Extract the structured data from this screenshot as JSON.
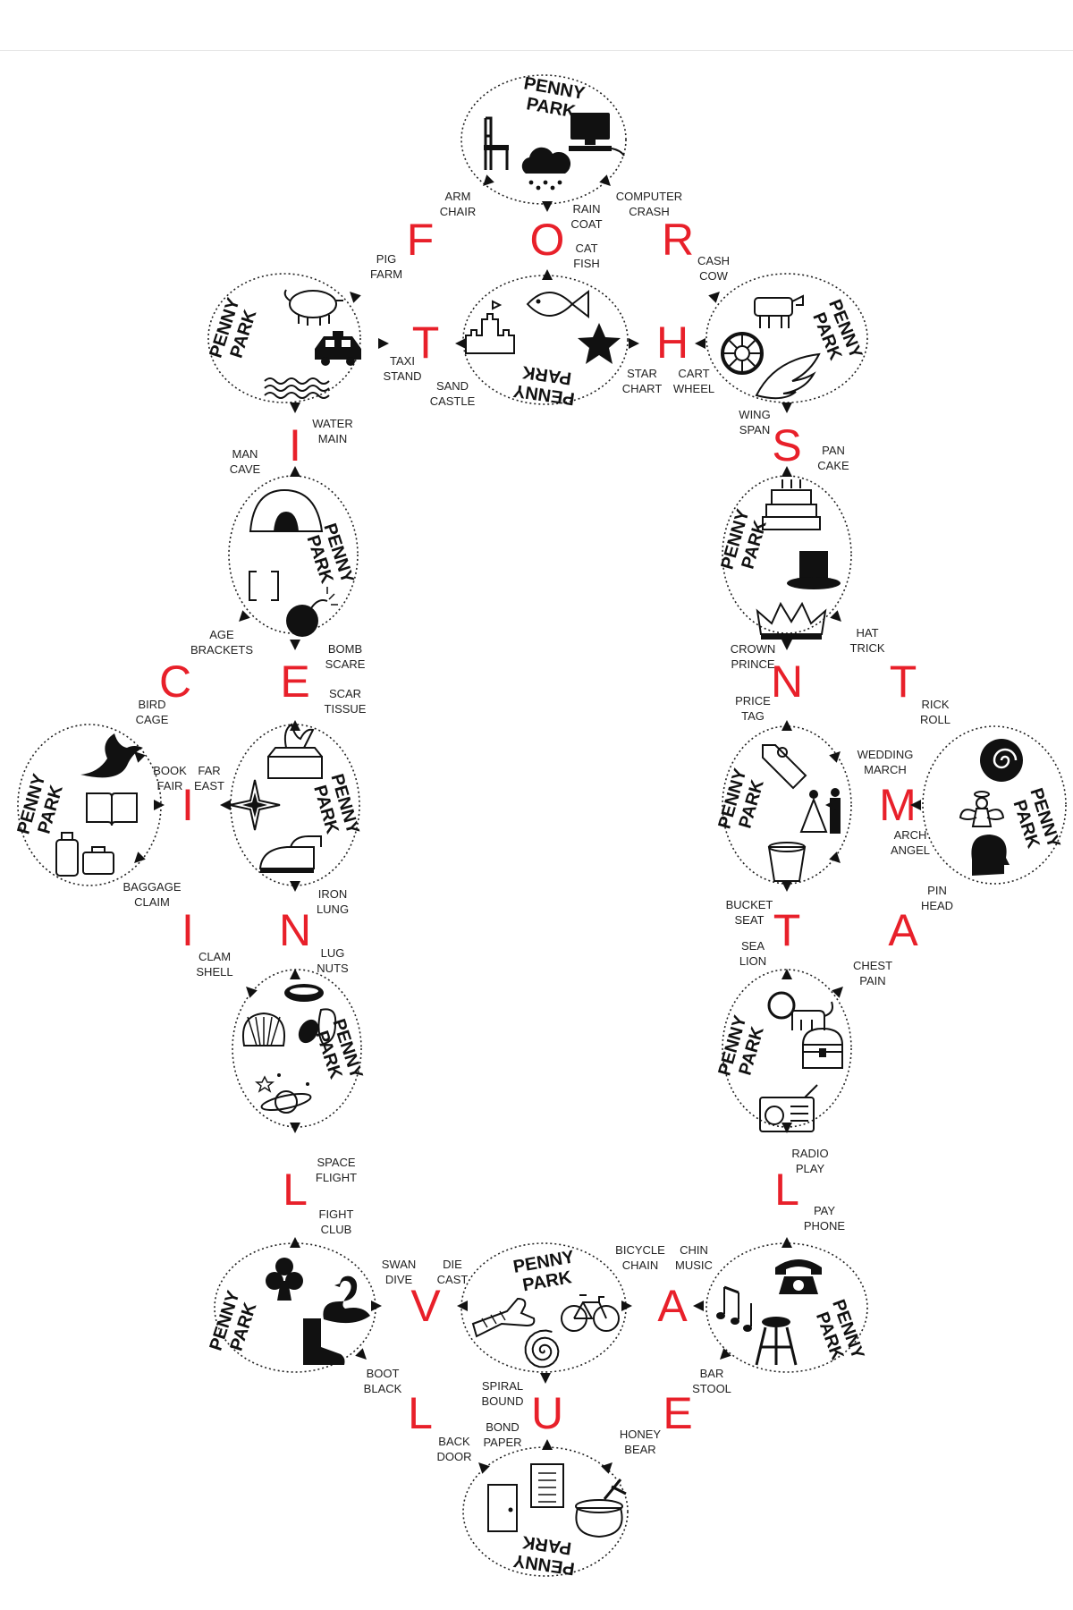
{
  "puzzle": {
    "brand": "PENNY PARK",
    "brand_lines": [
      "PENNY",
      "PARK"
    ],
    "letter_color": "#e8202a",
    "coins": [
      {
        "id": "top",
        "icons": [
          "chair-icon",
          "computer-icon",
          "rain-cloud-icon"
        ]
      },
      {
        "id": "upper-left",
        "icons": [
          "pig-icon",
          "taxi-icon",
          "water-waves-icon"
        ]
      },
      {
        "id": "upper-center",
        "icons": [
          "fish-icon",
          "sand-castle-icon",
          "star-icon"
        ]
      },
      {
        "id": "upper-right",
        "icons": [
          "cow-icon",
          "wheel-icon",
          "wing-icon"
        ]
      },
      {
        "id": "left-mid",
        "icons": [
          "cave-icon",
          "brackets-icon",
          "bomb-icon"
        ]
      },
      {
        "id": "right-mid",
        "icons": [
          "cake-icon",
          "top-hat-icon",
          "crown-icon"
        ]
      },
      {
        "id": "far-left",
        "icons": [
          "bird-icon",
          "book-icon",
          "luggage-icon"
        ]
      },
      {
        "id": "left-center",
        "icons": [
          "tissue-box-icon",
          "compass-rose-icon",
          "iron-icon"
        ]
      },
      {
        "id": "right-center",
        "icons": [
          "price-tag-icon",
          "wedding-couple-icon",
          "bucket-icon"
        ]
      },
      {
        "id": "far-right",
        "icons": [
          "cinnamon-roll-icon",
          "angel-icon",
          "head-icon"
        ]
      },
      {
        "id": "left-lower",
        "icons": [
          "shell-pair-icon",
          "scallop-shell-icon",
          "nuts-icon",
          "saturn-stars-icon"
        ]
      },
      {
        "id": "right-lower",
        "icons": [
          "lion-icon",
          "chest-icon",
          "radio-icon"
        ]
      },
      {
        "id": "bottom-left",
        "icons": [
          "club-icon",
          "swan-icon",
          "boot-icon"
        ]
      },
      {
        "id": "bottom-center",
        "icons": [
          "arm-cast-icon",
          "bicycle-icon",
          "spiral-icon"
        ]
      },
      {
        "id": "bottom-right",
        "icons": [
          "telephone-icon",
          "music-notes-icon",
          "bar-stool-icon"
        ]
      },
      {
        "id": "bottom",
        "icons": [
          "door-icon",
          "paper-icon",
          "honey-pot-icon"
        ]
      }
    ],
    "letters": [
      "F",
      "O",
      "R",
      "T",
      "H",
      "I",
      "S",
      "C",
      "E",
      "N",
      "T",
      "I",
      "M",
      "I",
      "N",
      "T",
      "A",
      "L",
      "L",
      "V",
      "A",
      "L",
      "U",
      "E"
    ],
    "labels": [
      [
        "ARM",
        "CHAIR"
      ],
      [
        "RAIN",
        "COAT"
      ],
      [
        "COMPUTER",
        "CRASH"
      ],
      [
        "CAT",
        "FISH"
      ],
      [
        "PIG",
        "FARM"
      ],
      [
        "CASH",
        "COW"
      ],
      [
        "TAXI",
        "STAND"
      ],
      [
        "SAND",
        "CASTLE"
      ],
      [
        "STAR",
        "CHART"
      ],
      [
        "CART",
        "WHEEL"
      ],
      [
        "WATER",
        "MAIN"
      ],
      [
        "WING",
        "SPAN"
      ],
      [
        "MAN",
        "CAVE"
      ],
      [
        "PAN",
        "CAKE"
      ],
      [
        "AGE",
        "BRACKETS"
      ],
      [
        "BOMB",
        "SCARE"
      ],
      [
        "CROWN",
        "PRINCE"
      ],
      [
        "HAT",
        "TRICK"
      ],
      [
        "BIRD",
        "CAGE"
      ],
      [
        "SCAR",
        "TISSUE"
      ],
      [
        "PRICE",
        "TAG"
      ],
      [
        "RICK",
        "ROLL"
      ],
      [
        "BOOK",
        "FAIR"
      ],
      [
        "FAR",
        "EAST"
      ],
      [
        "WEDDING",
        "MARCH"
      ],
      [
        "ARCH",
        "ANGEL"
      ],
      [
        "BAGGAGE",
        "CLAIM"
      ],
      [
        "IRON",
        "LUNG"
      ],
      [
        "BUCKET",
        "SEAT"
      ],
      [
        "PIN",
        "HEAD"
      ],
      [
        "CLAM",
        "SHELL"
      ],
      [
        "LUG",
        "NUTS"
      ],
      [
        "SEA",
        "LION"
      ],
      [
        "CHEST",
        "PAIN"
      ],
      [
        "SPACE",
        "FLIGHT"
      ],
      [
        "RADIO",
        "PLAY"
      ],
      [
        "FIGHT",
        "CLUB"
      ],
      [
        "PAY",
        "PHONE"
      ],
      [
        "SWAN",
        "DIVE"
      ],
      [
        "DIE",
        "CAST"
      ],
      [
        "BICYCLE",
        "CHAIN"
      ],
      [
        "CHIN",
        "MUSIC"
      ],
      [
        "BOOT",
        "BLACK"
      ],
      [
        "SPIRAL",
        "BOUND"
      ],
      [
        "BAR",
        "STOOL"
      ],
      [
        "BACK",
        "DOOR"
      ],
      [
        "BOND",
        "PAPER"
      ],
      [
        "HONEY",
        "BEAR"
      ]
    ]
  }
}
